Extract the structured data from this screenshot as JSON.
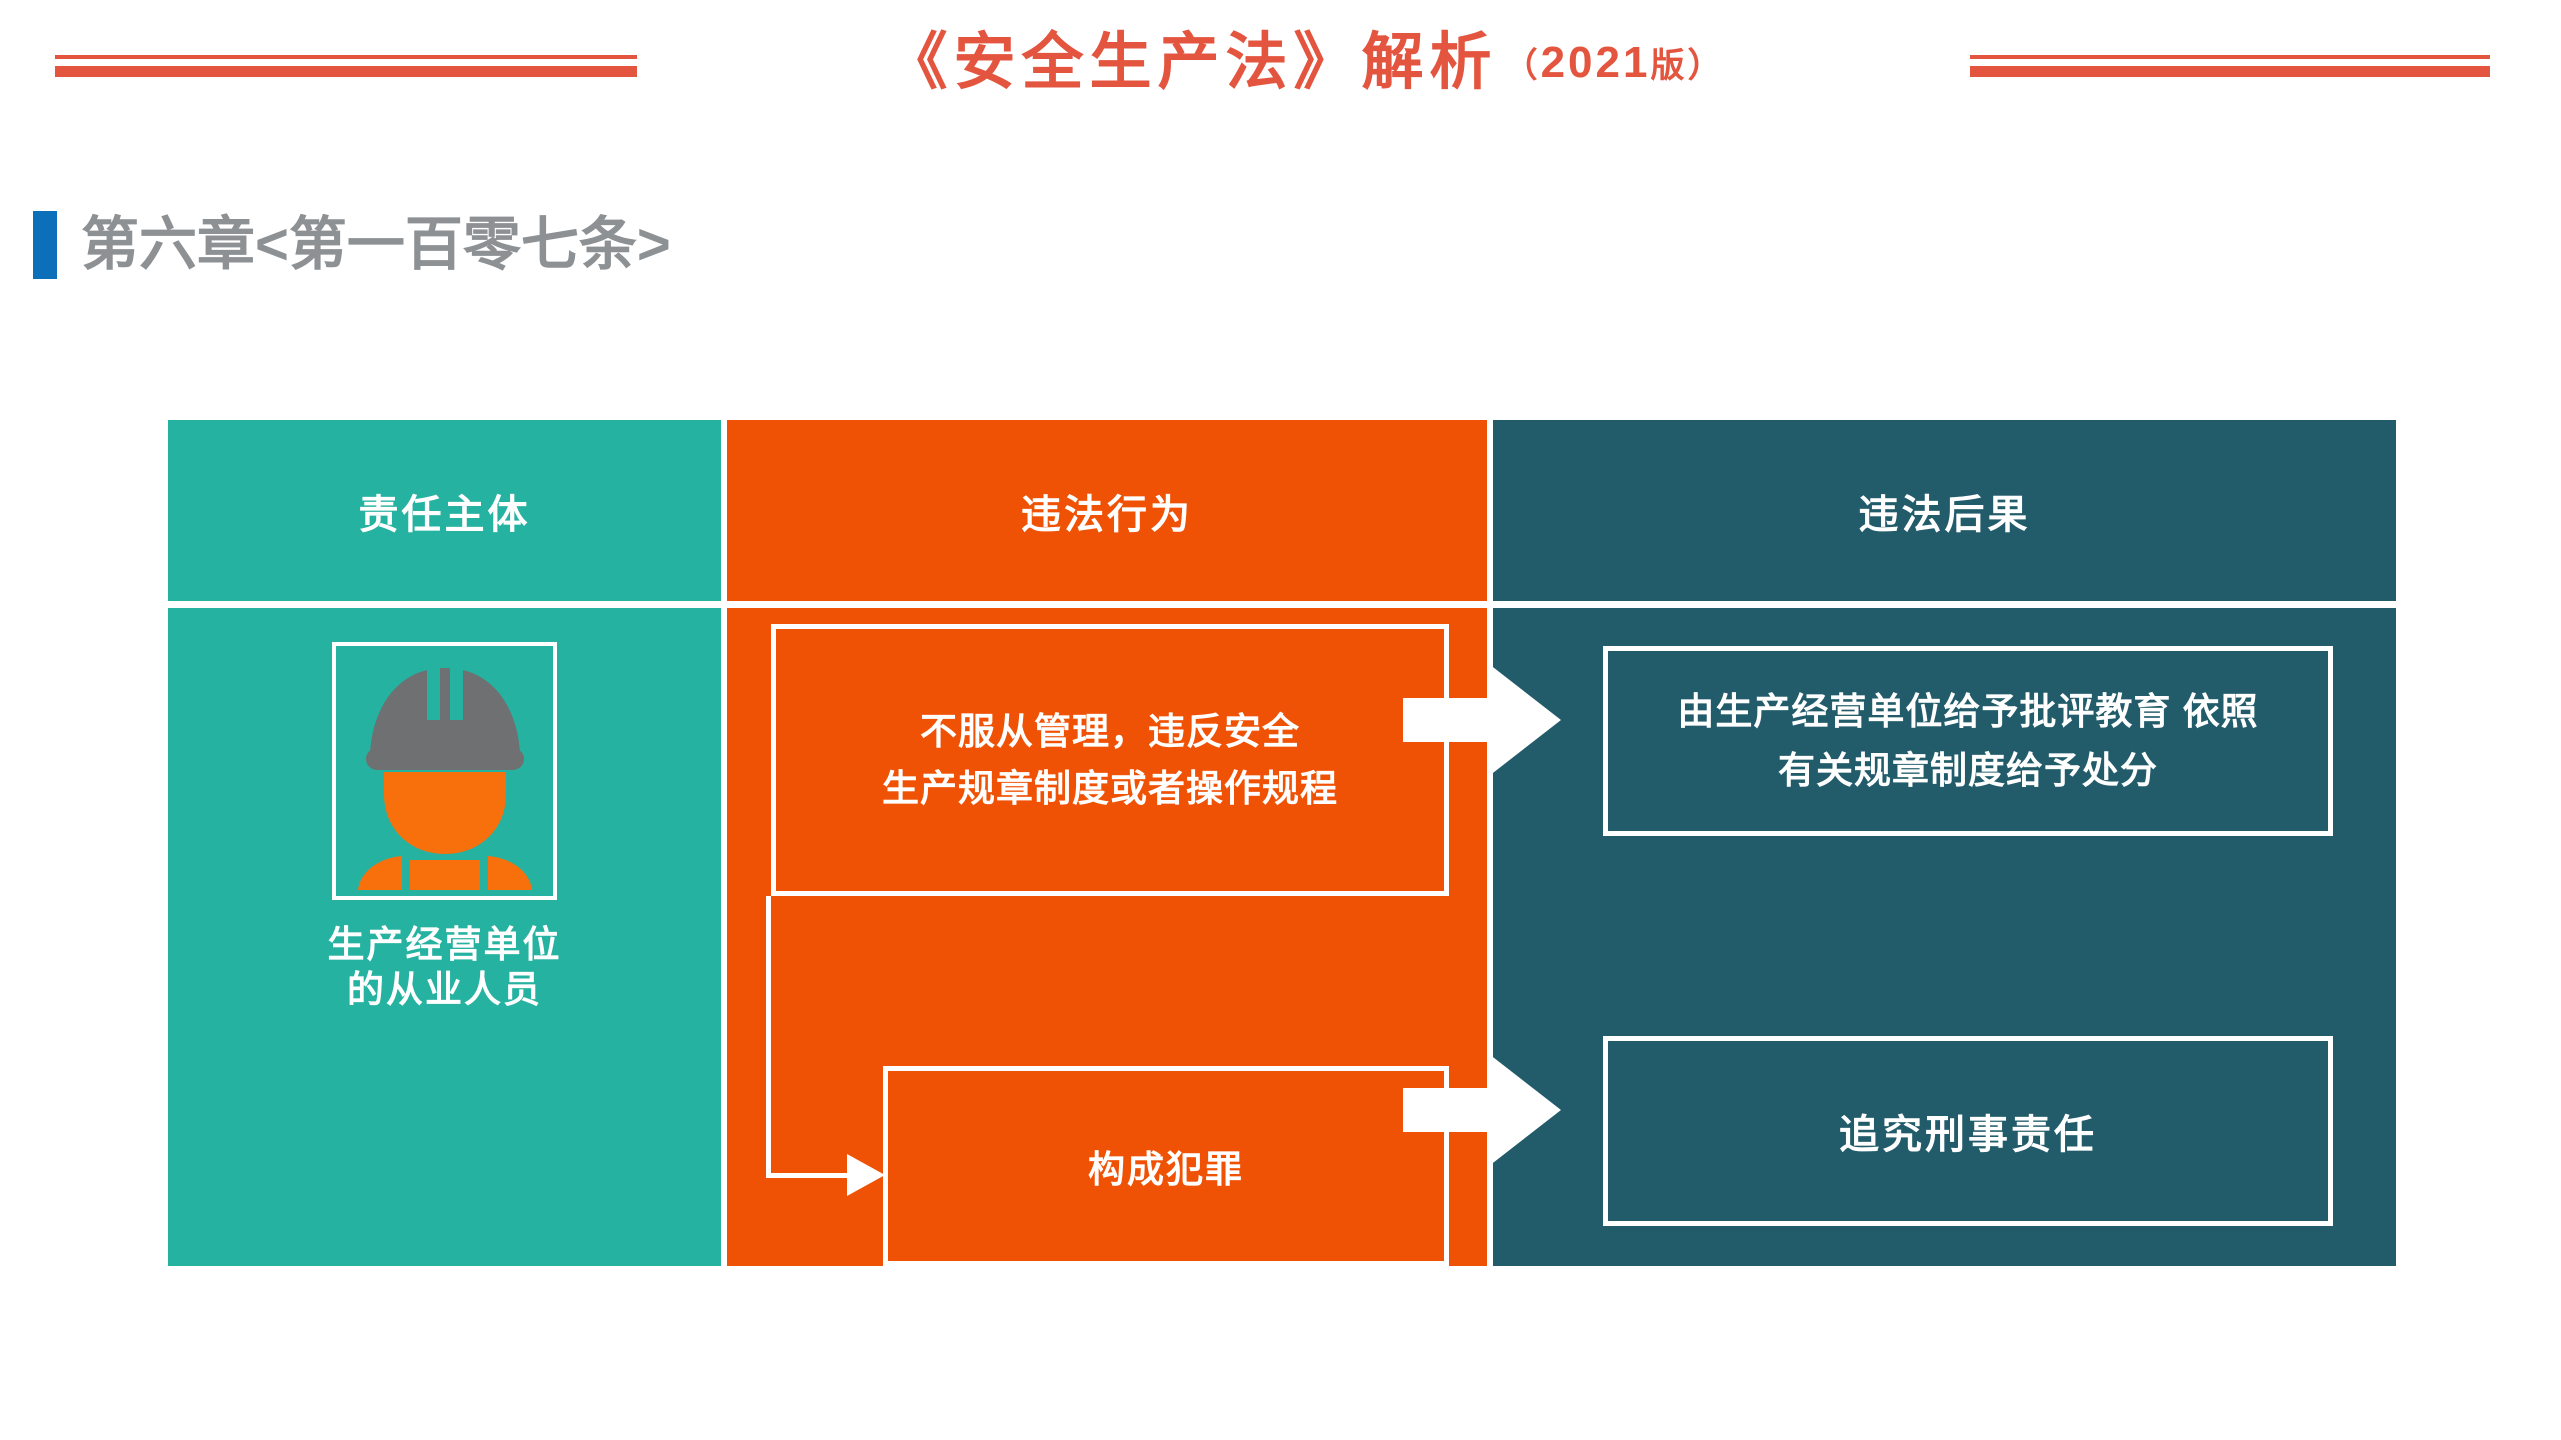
{
  "title": {
    "main": "《安全生产法》解析",
    "version_open": "（",
    "version": "2021",
    "version_label": "版",
    "version_close": "）",
    "rule_color": "#E3553F"
  },
  "section": {
    "heading": "第六章<第一百零七条>",
    "accent_color": "#0B6FBA",
    "text_color": "#8D9194"
  },
  "matrix": {
    "columns": [
      {
        "key": "subject",
        "header": "责任主体",
        "color": "#26B2A0"
      },
      {
        "key": "act",
        "header": "违法行为",
        "color": "#F05205"
      },
      {
        "key": "result",
        "header": "违法后果",
        "color": "#225C6B"
      }
    ],
    "subject": {
      "icon": "construction-worker-icon",
      "label_line1": "生产经营单位",
      "label_line2": "的从业人员"
    },
    "acts": [
      {
        "line1": "不服从管理，违反安全",
        "line2": "生产规章制度或者操作规程"
      },
      {
        "line1": "构成犯罪",
        "line2": ""
      }
    ],
    "results": [
      {
        "line1": "由生产经营单位给予批评教育 依照",
        "line2": "有关规章制度给予处分"
      },
      {
        "line1": "追究刑事责任",
        "line2": ""
      }
    ]
  },
  "icons": {
    "helmet_color": "#6E7072",
    "body_color": "#F7700B"
  }
}
